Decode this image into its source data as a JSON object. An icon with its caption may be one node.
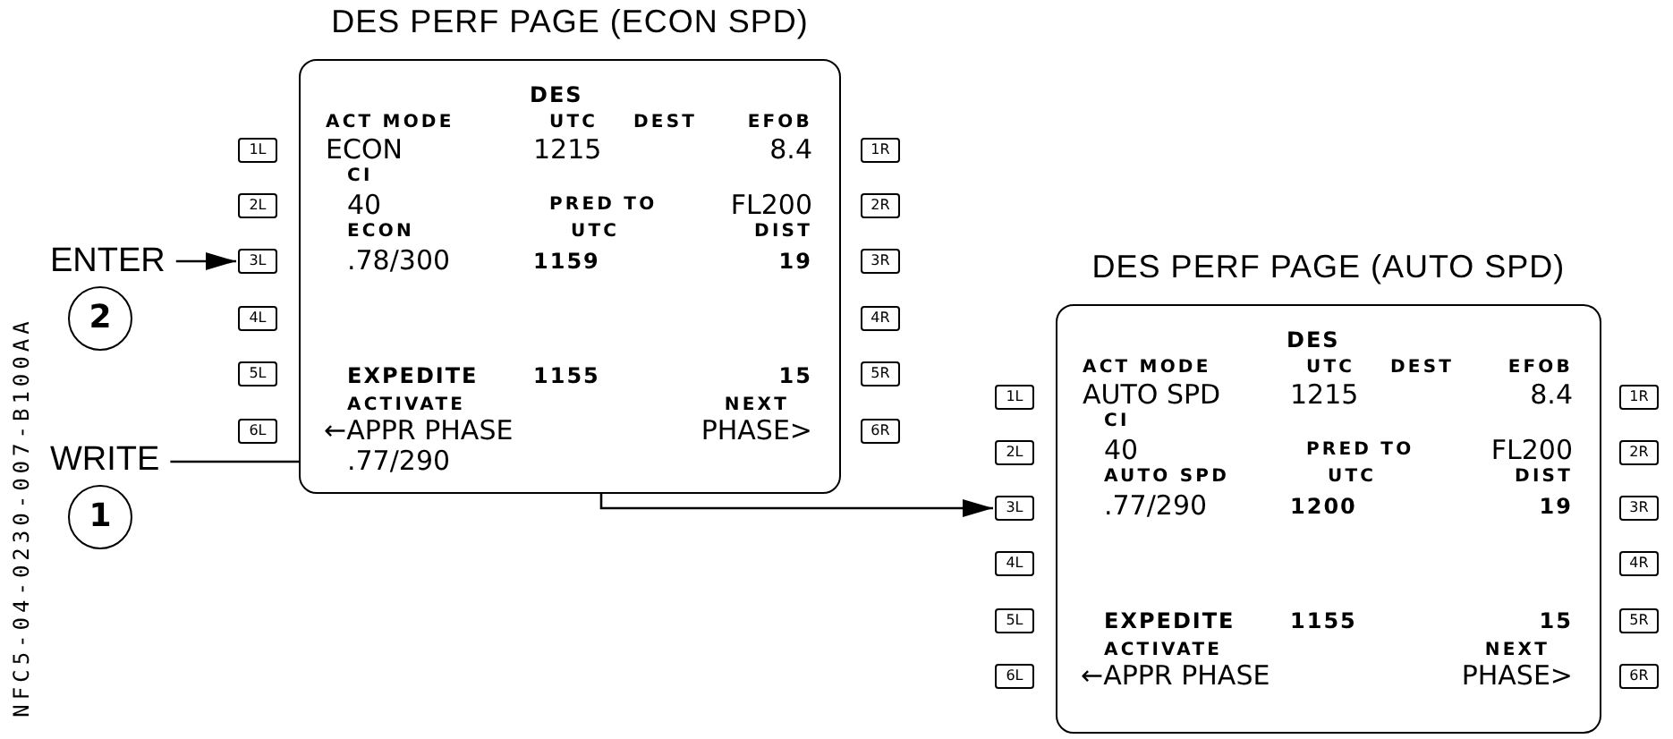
{
  "diagram": {
    "nodes": [
      {
        "text": [
          "DES PERF PAGE (ECON SPD)",
          "DES",
          "ACT MODE",
          "UTC",
          "DEST",
          "EFOB",
          "ECON",
          "1215",
          "8.4",
          "CI",
          "40",
          "PRED TO",
          "FL200",
          "ECON",
          "UTC",
          "DIST",
          ".78/300",
          "1159",
          "19",
          "EXPEDITE",
          "1155",
          "15",
          "ACTIVATE",
          "NEXT",
          "←APPR PHASE",
          "PHASE>"
        ]
      },
      {
        "text": [
          ".77/290"
        ],
        "in": 0
      },
      {
        "text": [
          "1L"
        ]
      },
      {
        "text": [
          "2L"
        ]
      },
      {
        "text": [
          "3L"
        ]
      },
      {
        "text": [
          "4L"
        ]
      },
      {
        "text": [
          "5L"
        ]
      },
      {
        "text": [
          "6L"
        ]
      },
      {
        "text": [
          "1R"
        ]
      },
      {
        "text": [
          "2R"
        ]
      },
      {
        "text": [
          "3R"
        ]
      },
      {
        "text": [
          "4R"
        ]
      },
      {
        "text": [
          "5R"
        ]
      },
      {
        "text": [
          "6R"
        ]
      },
      {
        "text": [
          "ENTER"
        ]
      },
      {
        "text": [
          "2"
        ]
      },
      {
        "text": [
          "WRITE"
        ]
      },
      {
        "text": [
          "1"
        ]
      },
      {
        "text": [
          "DES PERF PAGE (AUTO SPD)",
          "DES",
          "ACT MODE",
          "UTC",
          "DEST",
          "EFOB",
          "AUTO SPD",
          "1215",
          "8.4",
          "CI",
          "40",
          "PRED TO",
          "FL200",
          "AUTO SPD",
          "UTC",
          "DIST",
          ".77/290",
          "1200",
          "19",
          "EXPEDITE",
          "1155",
          "15",
          "ACTIVATE",
          "NEXT",
          "←APPR PHASE",
          "PHASE>"
        ]
      },
      {
        "text": [
          "1L"
        ]
      },
      {
        "text": [
          "2L"
        ]
      },
      {
        "text": [
          "3L"
        ]
      },
      {
        "text": [
          "4L"
        ]
      },
      {
        "text": [
          "5L"
        ]
      },
      {
        "text": [
          "6L"
        ]
      },
      {
        "text": [
          "1R"
        ]
      },
      {
        "text": [
          "2R"
        ]
      },
      {
        "text": [
          "3R"
        ]
      },
      {
        "text": [
          "4R"
        ]
      },
      {
        "text": [
          "5R"
        ]
      },
      {
        "text": [
          "6R"
        ]
      }
    ],
    "edges": [
      {
        "from": 14,
        "to": 4,
        "arrow": "to"
      },
      {
        "from": 16,
        "to": 1,
        "arrow": "to"
      },
      {
        "from": 0,
        "to": 21,
        "arrow": "to"
      }
    ],
    "labels": [
      "NFC5-04-0230-007-B100AA"
    ]
  }
}
